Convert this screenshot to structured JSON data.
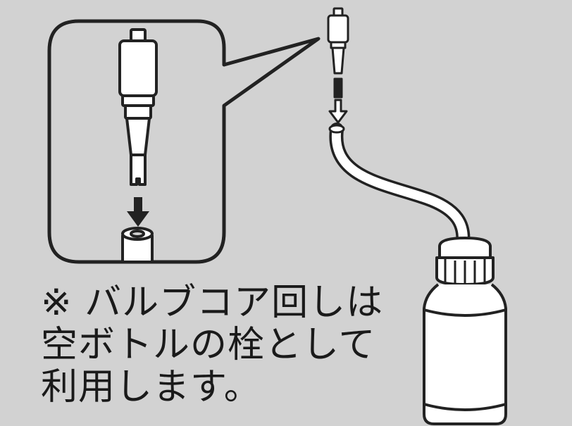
{
  "note": {
    "line1": "※ バルブコア回しは",
    "line2": "空ボトルの栓として",
    "line3": "利用します。"
  },
  "colors": {
    "background": "#d2d2d2",
    "panel": "#d2d2d2",
    "outline": "#222222",
    "fill_light": "#ffffff"
  },
  "icons": [
    "valve-core-tool-icon",
    "arrow-down-icon",
    "tube-icon",
    "empty-bottle-icon"
  ]
}
